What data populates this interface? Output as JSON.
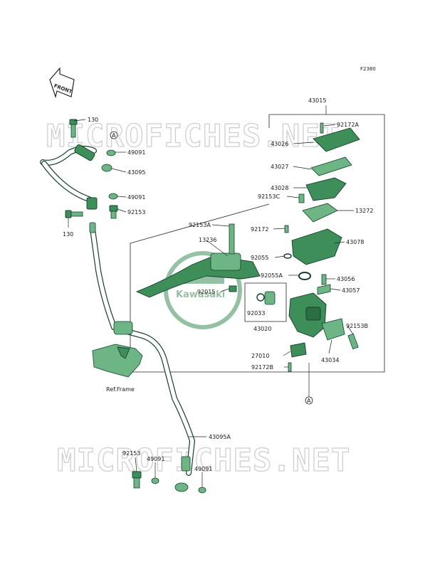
{
  "diagram": {
    "code": "F2380",
    "front_label": "FRONT",
    "watermark": "MICROFICHES.NET",
    "logo_text": "Kawasaki",
    "ref_frame": "Ref.Frame",
    "circle_marker": "A",
    "labels": {
      "l130_top": "130",
      "l49091_a": "49091",
      "l43095": "43095",
      "l49091_b": "49091",
      "l92153_a": "92153",
      "l130_bottom": "130",
      "l43015": "43015",
      "l92172A": "92172A",
      "l43026": "43026",
      "l43027": "43027",
      "l43028": "43028",
      "l92153C": "92153C",
      "l13272": "13272",
      "l92153A": "92153A",
      "l92172": "92172",
      "l13236": "13236",
      "l92055": "92055",
      "l43078": "43078",
      "l92055A": "92055A",
      "l43056": "43056",
      "l92015": "92015",
      "l43057": "43057",
      "l92033": "92033",
      "l43020": "43020",
      "l92153B": "92153B",
      "l27010": "27010",
      "l43034": "43034",
      "l92172B": "92172B",
      "l43095A": "43095A",
      "l92153_b": "92153",
      "l49091_c": "49091",
      "l49091_d": "49091"
    }
  }
}
